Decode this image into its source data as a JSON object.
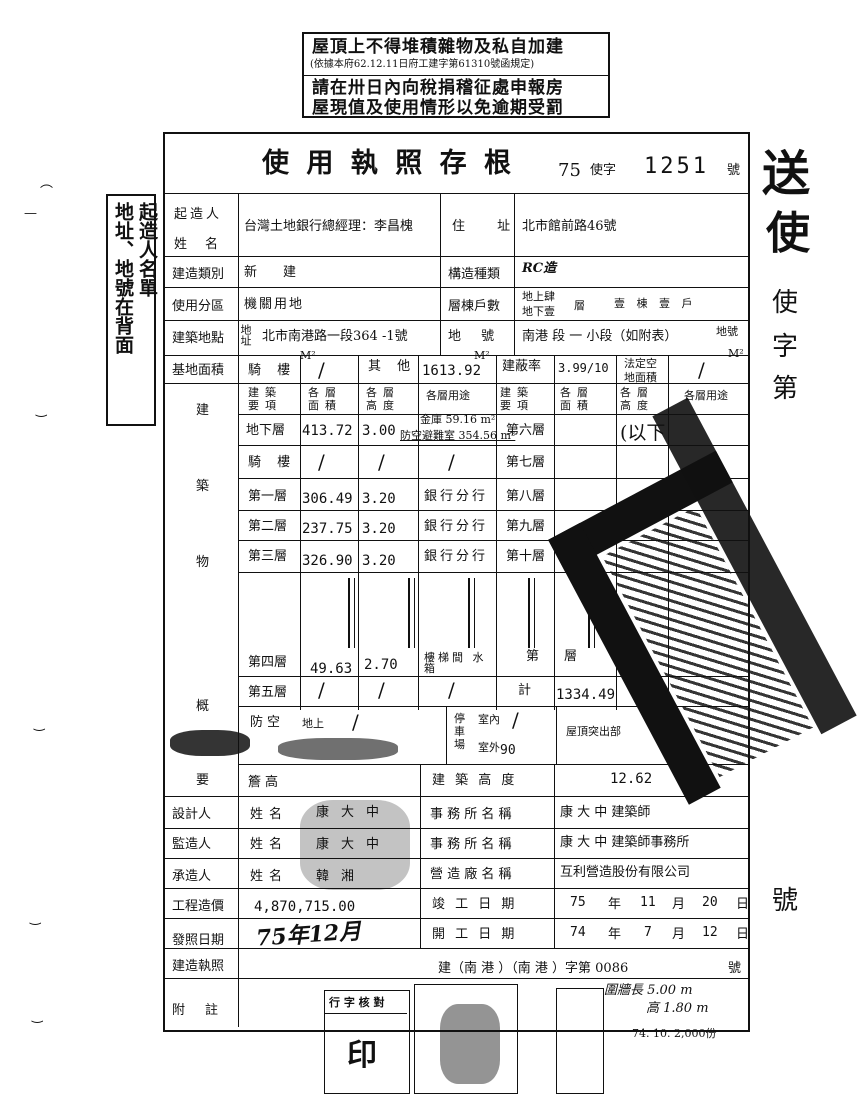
{
  "notice": {
    "line1": "屋頂上不得堆積雜物及私自加建",
    "line2": "(依據本府62.12.11日府工建字第61310號函規定)",
    "line3": "請在卅日內向稅捐稽征處申報房",
    "line4": "屋現值及使用情形以免逾期受罰"
  },
  "side_stamp": {
    "line1": "起造人名單",
    "line2": "地址、地號在背面"
  },
  "header": {
    "title": "使 用 執 照 存 根",
    "year": "75",
    "word": "使字",
    "number": "1251",
    "suffix": "號"
  },
  "row_builder": {
    "label1": "起造人",
    "label2": "姓名",
    "name": "台灣土地銀行總經理：李昌槐",
    "addr_label": "住 址",
    "address": "北市館前路46號"
  },
  "row_type": {
    "label": "建造類別",
    "value": "新　　建",
    "struct_label": "構造種類",
    "struct": "RC造"
  },
  "row_use": {
    "label": "使用分區",
    "value": "機關用地",
    "floors_label": "層棟戶數",
    "above": "地上肆",
    "below": "地下壹",
    "floor": "層",
    "bldg": "壹 棟 壹 戶"
  },
  "row_site": {
    "label": "建築地點",
    "addr_tag": "地址",
    "address": "北市南港路一段364 -1號",
    "lot_label": "地 號",
    "lot": "南港 段 一 小段（如附表）",
    "lot_suffix": "地號"
  },
  "row_area": {
    "label": "基地面積",
    "arcade": "騎 樓",
    "unit": "M²",
    "other": "其 他",
    "other_value": "1613.92",
    "ratio_label": "建蔽率",
    "ratio": "3.99/10",
    "open_label1": "法定空",
    "open_label2": "地面積"
  },
  "floor_headers": {
    "item": "建築要項",
    "area": "各層面積",
    "height": "各層高度",
    "use": "各層用途"
  },
  "floors": {
    "basement": {
      "label": "地下層",
      "area": "413.72",
      "height": "3.00",
      "use1": "金庫 59.16 m²",
      "use2": "防空避難室 354.56 m²"
    },
    "arcade": {
      "label": "騎 樓"
    },
    "f1": {
      "label": "第一層",
      "area": "306.49",
      "height": "3.20",
      "use": "銀行分行"
    },
    "f2": {
      "label": "第二層",
      "area": "237.75",
      "height": "3.20",
      "use": "銀行分行"
    },
    "f3": {
      "label": "第三層",
      "area": "326.90",
      "height": "3.20",
      "use": "銀行分行"
    },
    "f4": {
      "label": "第四層",
      "area": "49.63",
      "height": "2.70",
      "use": "樓梯間 水箱"
    },
    "f5": {
      "label": "第五層"
    },
    "f6": {
      "label": "第六層"
    },
    "f7": {
      "label": "第七層"
    },
    "f8": {
      "label": "第八層"
    },
    "f9": {
      "label": "第九層"
    },
    "f10": {
      "label": "第十層"
    },
    "floor_extra": {
      "label": "第　層"
    },
    "total_label": "計",
    "total": "1334.49",
    "below_note": "(以下"
  },
  "section_labels": {
    "a": "建",
    "b": "築",
    "c": "物",
    "d": "概",
    "e": "要"
  },
  "shelter": {
    "label": "防空",
    "above": "地上",
    "parking_label": "停車場",
    "indoor": "室內",
    "outdoor": "室外",
    "outdoor_value": "90",
    "roof_label": "屋頂突出部"
  },
  "eave": {
    "label": "簷高",
    "bh_label": "建 築 高 度",
    "bh": "12.62"
  },
  "people": {
    "designer_label": "設計人",
    "supervisor_label": "監造人",
    "contractor_label": "承造人",
    "name_label": "姓名",
    "designer": "康大中",
    "supervisor": "康大中",
    "contractor": "韓湘",
    "office_label": "事 務 所 名 稱",
    "firm_label": "營 造 廠 名 稱",
    "designer_office": "康 大 中 建築師",
    "supervisor_office": "康 大 中 建築師事務所",
    "contractor_firm": "互利營造股份有限公司"
  },
  "dates": {
    "cost_label": "工程造價",
    "cost": "4,870,715.00",
    "done_label": "竣 工 日 期",
    "done_y": "75",
    "done_m": "11",
    "done_d": "20",
    "issue_label": "發照日期",
    "issue_hand": "75年12月",
    "start_label": "開 工 日 期",
    "start_y": "74",
    "start_m": "7",
    "start_d": "12",
    "year": "年",
    "month": "月",
    "day": "日"
  },
  "permit": {
    "label": "建造執照",
    "text": "建（南 港 ）（南 港 ）字第 0086",
    "suffix": "號"
  },
  "notes": {
    "label": "附註",
    "wall_len": "圍牆長 5.00 m",
    "wall_h": "高 1.80 m",
    "print_note": "74. 10. 2,000份",
    "review": "行 字 核 對"
  },
  "right_margin": {
    "c1": "送",
    "c2": "使",
    "c3": "使",
    "c4": "字",
    "c5": "第",
    "c6": "號"
  }
}
